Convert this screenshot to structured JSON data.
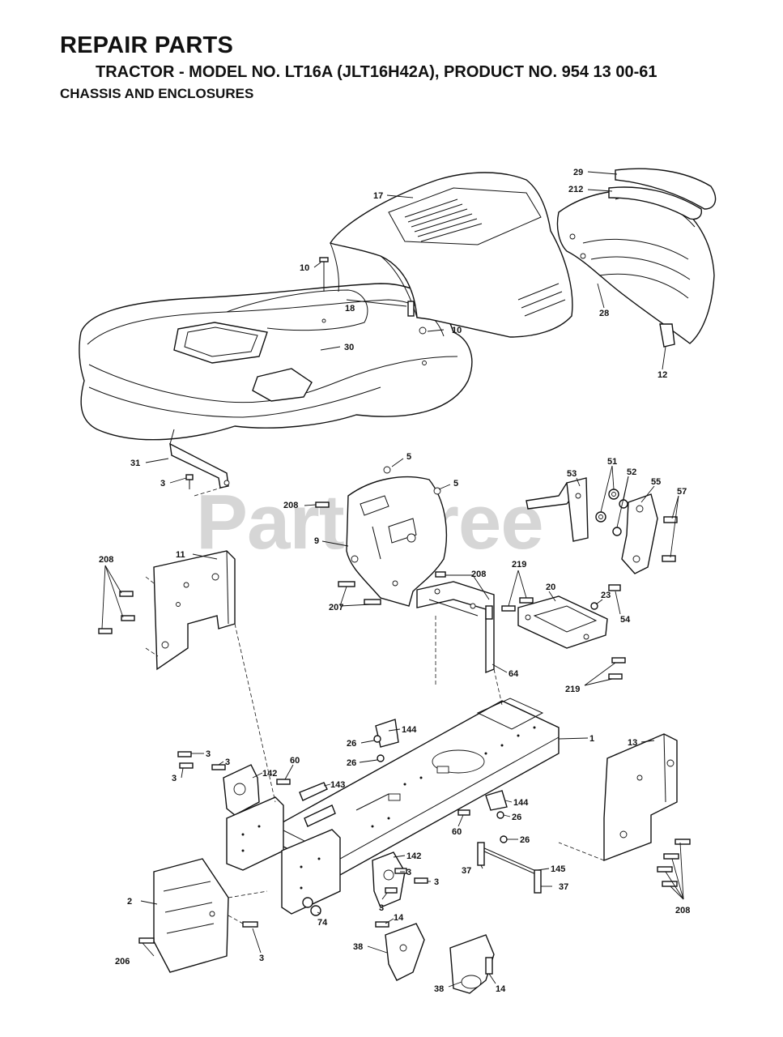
{
  "header": {
    "title": "REPAIR PARTS",
    "subtitle": "TRACTOR - MODEL NO. LT16A (JLT16H42A), PRODUCT NO. 954 13 00-61",
    "section": "CHASSIS AND ENCLOSURES"
  },
  "watermark": "PartsTree",
  "callouts": [
    "29",
    "212",
    "17",
    "10",
    "18",
    "10",
    "30",
    "28",
    "12",
    "31",
    "3",
    "5",
    "5",
    "208",
    "9",
    "53",
    "51",
    "52",
    "55",
    "57",
    "11",
    "208",
    "219",
    "208",
    "20",
    "23",
    "207",
    "64",
    "54",
    "219",
    "1",
    "144",
    "26",
    "26",
    "13",
    "3",
    "3",
    "3",
    "60",
    "142",
    "143",
    "144",
    "26",
    "60",
    "26",
    "142",
    "37",
    "145",
    "37",
    "3",
    "3",
    "3",
    "2",
    "74",
    "208",
    "14",
    "38",
    "206",
    "3",
    "38",
    "14"
  ]
}
